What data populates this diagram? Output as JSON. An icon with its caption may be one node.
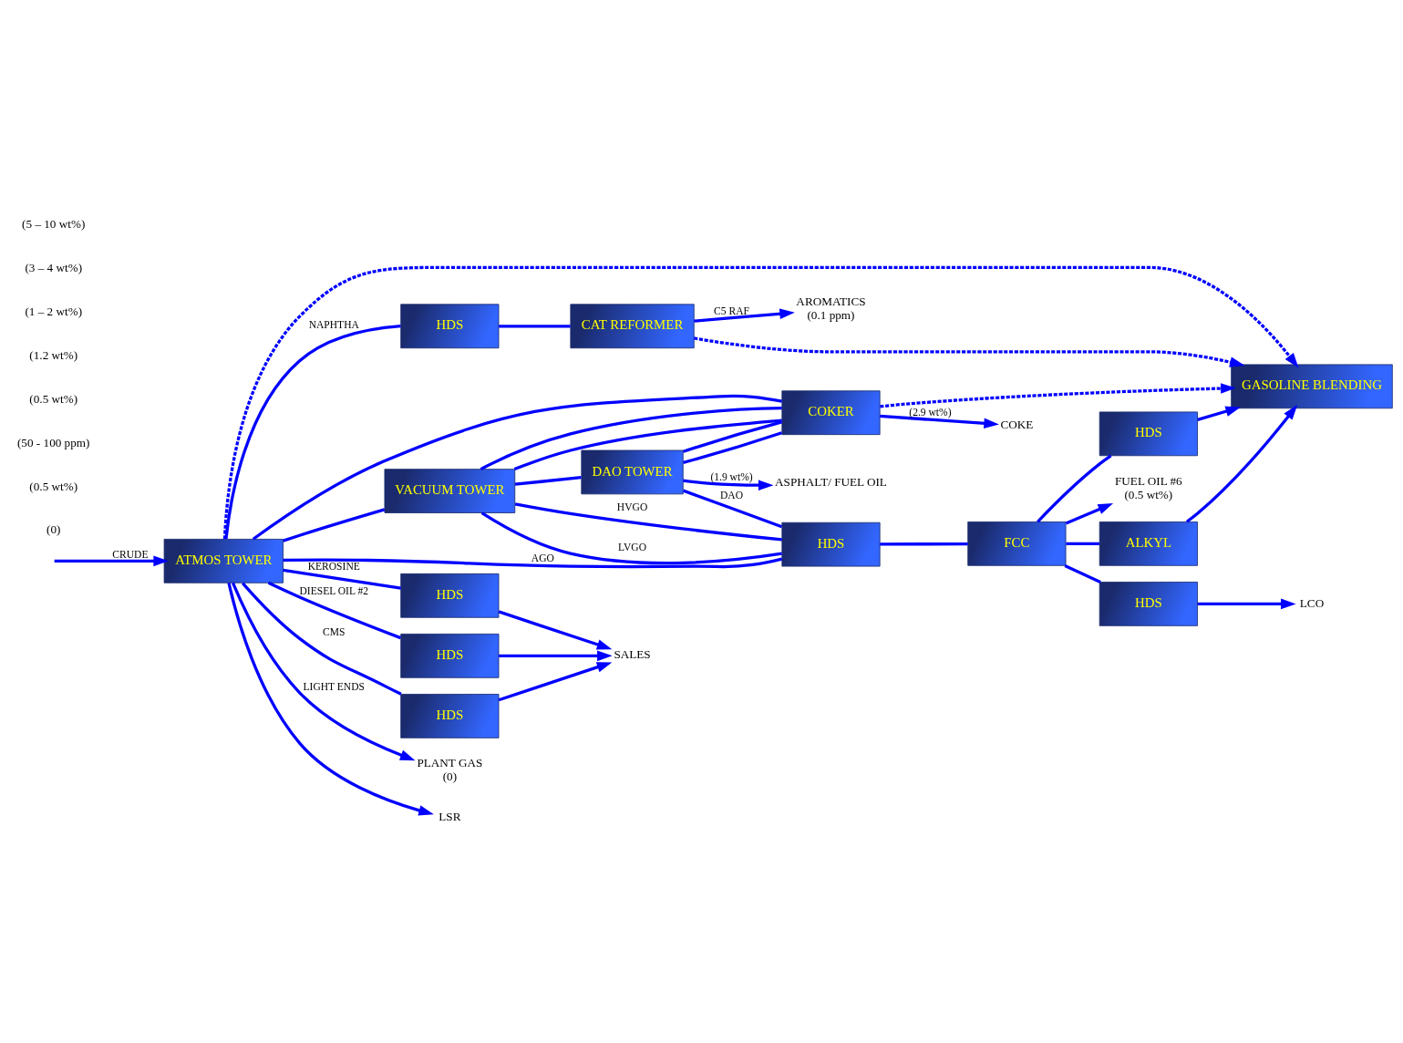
{
  "diagram": {
    "nodes": [
      {
        "text": [
          "ATMOS TOWER"
        ]
      },
      {
        "text": [
          "VACUUM TOWER"
        ]
      },
      {
        "text": [
          "DAO TOWER"
        ]
      },
      {
        "text": [
          "HDS"
        ]
      },
      {
        "text": [
          "HDS"
        ]
      },
      {
        "text": [
          "HDS"
        ]
      },
      {
        "text": [
          "HDS"
        ]
      },
      {
        "text": [
          "CAT REFORMER"
        ]
      },
      {
        "text": [
          "HDS"
        ]
      },
      {
        "text": [
          "FCC"
        ]
      },
      {
        "text": [
          "ALKYL"
        ]
      },
      {
        "text": [
          "HDS"
        ]
      },
      {
        "text": [
          "HDS"
        ]
      },
      {
        "text": [
          "GASOLINE BLENDING"
        ]
      },
      {
        "text": [
          "COKER"
        ]
      },
      {
        "text": [
          "PLANT GAS"
        ],
        "beside": [
          "(0)"
        ]
      },
      {
        "text": [
          "LSR"
        ]
      },
      {
        "text": [
          "AROMATICS"
        ],
        "beside": [
          "(0.1 ppm)"
        ]
      },
      {
        "text": [
          "SALES"
        ]
      },
      {
        "text": [
          "LCO"
        ]
      },
      {
        "text": [
          "FUEL OIL #6"
        ],
        "beside": [
          "(0.5 wt%)"
        ]
      },
      {
        "text": [
          "COKE"
        ]
      },
      {
        "text": [
          "ASPHALT/ FUEL OIL"
        ]
      }
    ],
    "edges": [
      {
        "from": null,
        "to": 0,
        "arrow": "to",
        "label": "CRUDE"
      },
      {
        "from": 0,
        "to": 15,
        "arrow": "to",
        "label": "LIGHT ENDS"
      },
      {
        "from": 0,
        "to": 16,
        "arrow": "to"
      },
      {
        "from": 0,
        "to": 13,
        "arrow": "to",
        "style": "dashed"
      },
      {
        "from": 0,
        "to": 3,
        "arrow": "none",
        "label": "NAPHTHA"
      },
      {
        "from": 3,
        "to": 7,
        "arrow": "none"
      },
      {
        "from": 7,
        "to": 17,
        "arrow": "to",
        "label": "C5 RAF"
      },
      {
        "from": 7,
        "to": 13,
        "arrow": "to",
        "style": "dashed"
      },
      {
        "from": 0,
        "to": 4,
        "arrow": "none",
        "label": "CMS"
      },
      {
        "from": 4,
        "to": 18,
        "arrow": "to"
      },
      {
        "from": 0,
        "to": 5,
        "arrow": "none",
        "label": "KEROSINE"
      },
      {
        "from": 5,
        "to": 18,
        "arrow": "to"
      },
      {
        "from": 0,
        "to": 6,
        "arrow": "none",
        "label": "DIESEL OIL #2"
      },
      {
        "from": 6,
        "to": 18,
        "arrow": "to"
      },
      {
        "from": 0,
        "to": 8,
        "arrow": "none",
        "label": "AGO"
      },
      {
        "from": 0,
        "to": 14,
        "arrow": "none"
      },
      {
        "from": 0,
        "to": 1,
        "arrow": "none"
      },
      {
        "from": 1,
        "to": 8,
        "arrow": "none",
        "label": "LVGO"
      },
      {
        "from": 1,
        "to": 14,
        "arrow": "none"
      },
      {
        "from": 1,
        "to": 8,
        "arrow": "none",
        "label": "HVGO"
      },
      {
        "from": 1,
        "to": 14,
        "arrow": "none"
      },
      {
        "from": 1,
        "to": 2,
        "arrow": "none"
      },
      {
        "from": 2,
        "to": 8,
        "arrow": "none",
        "label": "DAO"
      },
      {
        "from": 2,
        "to": 14,
        "arrow": "none"
      },
      {
        "from": 8,
        "to": 9,
        "arrow": "none"
      },
      {
        "from": 9,
        "to": 10,
        "arrow": "none"
      },
      {
        "from": 10,
        "to": 13,
        "arrow": "to"
      },
      {
        "from": 9,
        "to": 11,
        "arrow": "none"
      },
      {
        "from": 11,
        "to": 13,
        "arrow": "to"
      },
      {
        "from": 9,
        "to": 12,
        "arrow": "none"
      },
      {
        "from": 12,
        "to": 19,
        "arrow": "to"
      },
      {
        "from": 9,
        "to": 20,
        "arrow": "to"
      },
      {
        "from": 14,
        "to": 13,
        "arrow": "to",
        "style": "dashed"
      },
      {
        "from": 2,
        "to": 14,
        "arrow": "none"
      },
      {
        "from": 14,
        "to": 21,
        "arrow": "to",
        "label": "(2.9 wt%)"
      },
      {
        "from": 2,
        "to": 22,
        "arrow": "to",
        "label": "(1.9 wt%)"
      }
    ],
    "labels": [
      "(0)",
      "(0.5 wt%)",
      "(50 - 100 ppm)",
      "(0.5 wt%)",
      "(1.2 wt%)",
      "(1 – 2 wt%)",
      "(3 – 4 wt%)",
      "(5 – 10 wt%)"
    ]
  }
}
